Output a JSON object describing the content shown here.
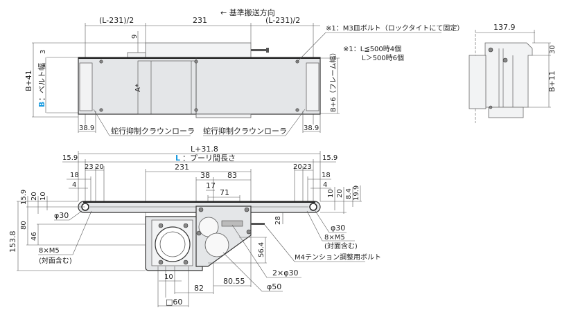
{
  "top_view": {
    "direction_label": "← 基準搬送方向",
    "dim_left": "(L-231)/2",
    "dim_center": "231",
    "dim_right": "(L-231)/2",
    "dim_9": "9",
    "dim_3": "3",
    "dim_b41": "B+41",
    "belt_width_key": "B",
    "belt_width_label": "：ベルト幅",
    "a_mark": "A*",
    "frame_width": "B+6（フレーム幅）",
    "dim_389_left": "38.9",
    "dim_389_right": "38.9",
    "crown_roller_left": "蛇行抑制クラウンローラ",
    "crown_roller_right": "蛇行抑制クラウンローラ"
  },
  "notes": {
    "bolt_note": "※1：M3皿ボルト（ロックタイトにて固定）",
    "count_line1": "※1：L≦500時4個",
    "count_line2": "L＞500時6個"
  },
  "side_view": {
    "dim_width": "137.9",
    "dim_30": "30",
    "dim_b11": "B+11"
  },
  "front_view": {
    "dim_total": "L+31.8",
    "pulley_key": "L",
    "pulley_label": "：プーリ間長さ",
    "dim_159_left": "15.9",
    "dim_159_right": "15.9",
    "dim_231": "231",
    "dim_38": "38",
    "dim_83": "83",
    "dim_17": "17",
    "dim_71": "71",
    "left_23": "23",
    "left_20": "20",
    "left_18": "18",
    "left_4": "4",
    "right_20": "20",
    "right_23": "23",
    "right_18": "18",
    "right_4": "4",
    "v_159": "15.9",
    "v_20": "20",
    "v_10": "10",
    "v_80": "80",
    "v_46": "46",
    "v_1538": "153.8",
    "r_10": "10",
    "r_20": "20",
    "r_84": "8.4",
    "r_199": "19.9",
    "left_phi30": "φ30",
    "left_m5": "8×M5",
    "left_m5_note": "(対面含む)",
    "right_phi30": "φ30",
    "right_m5": "8×M5",
    "right_m5_note": "(対面含む)",
    "dim_28": "28",
    "dim_564": "56.4",
    "tension_bolt": "M4テンション調整用ボルト",
    "two_phi30": "2×φ30",
    "phi50": "φ50",
    "dim_10": "10",
    "dim_82": "82",
    "dim_8055": "80.55",
    "square60": "□60"
  }
}
